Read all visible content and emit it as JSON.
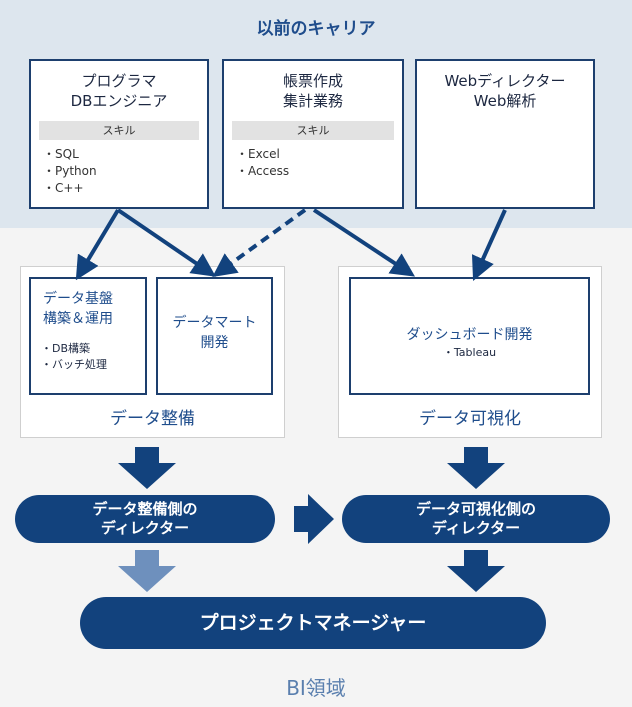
{
  "header": {
    "title": "以前のキャリア"
  },
  "careers": [
    {
      "title": "プログラマ\nDBエンジニア",
      "skill_label": "スキル",
      "skills": [
        "SQL",
        "Python",
        "C++"
      ]
    },
    {
      "title": "帳票作成\n集計業務",
      "skill_label": "スキル",
      "skills": [
        "Excel",
        "Access"
      ]
    },
    {
      "title": "Webディレクター\nWeb解析"
    }
  ],
  "data_prep": {
    "label": "データ整備",
    "infra": {
      "title": "データ基盤\n構築＆運用",
      "items": [
        "DB構築",
        "バッチ処理"
      ]
    },
    "mart": {
      "title": "データマート\n開発"
    }
  },
  "data_viz": {
    "label": "データ可視化",
    "dashboard": {
      "title": "ダッシュボード開発",
      "items": [
        "Tableau"
      ]
    }
  },
  "roles": {
    "prep_director": "データ整備側の\nディレクター",
    "viz_director": "データ可視化側の\nディレクター",
    "project_manager": "プロジェクトマネージャー"
  },
  "footer": {
    "domain": "BI領域"
  },
  "colors": {
    "navy": "#12427d",
    "light_arrow": "#6e90bd",
    "band": "#dde6ee"
  }
}
